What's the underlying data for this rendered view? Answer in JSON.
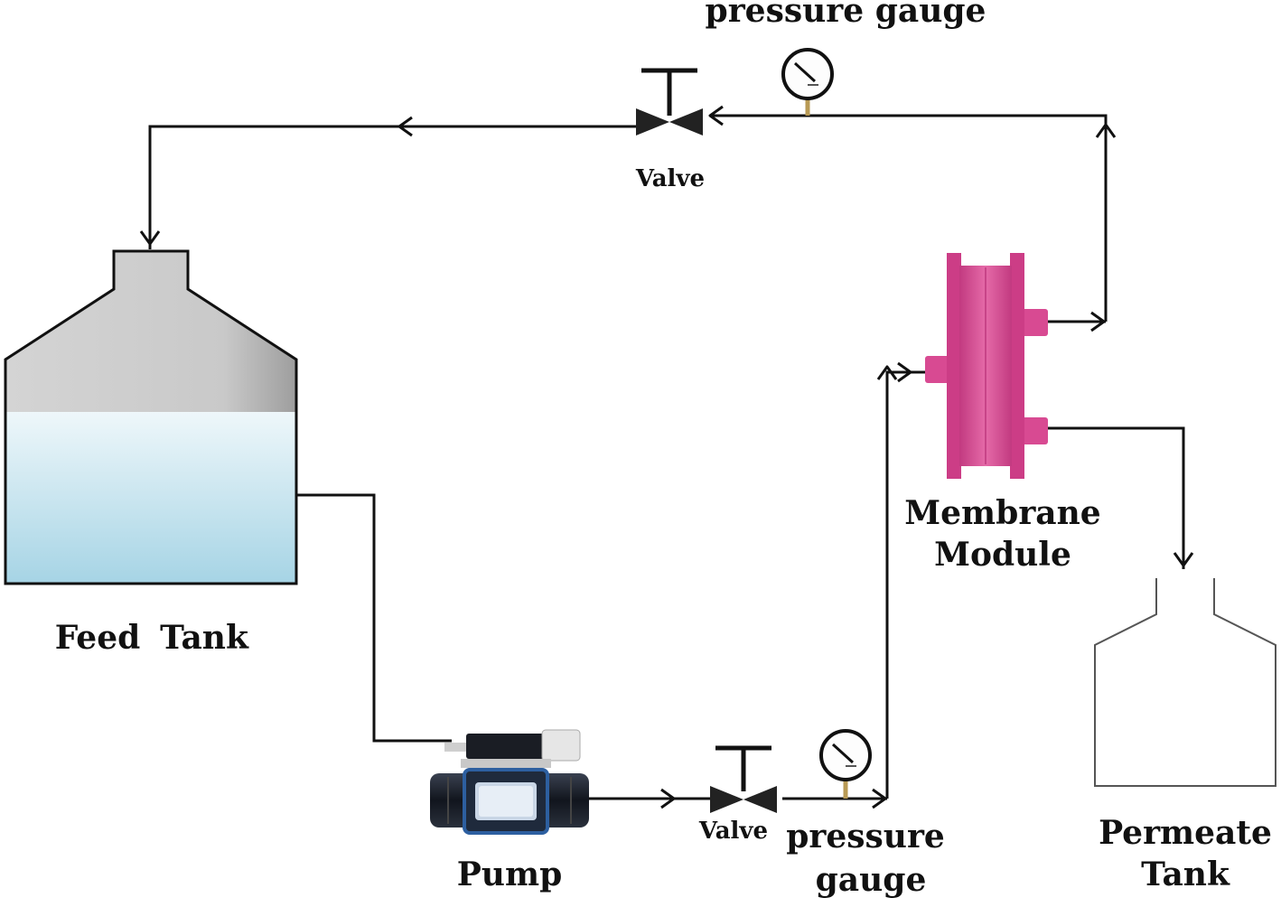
{
  "labels": {
    "pressure_gauge_top": "pressure gauge",
    "valve_top": "Valve",
    "membrane_line1": "Membrane",
    "membrane_line2": "Module",
    "feed_tank_word1": "Feed",
    "feed_tank_word2": "Tank",
    "pump": "Pump",
    "valve_bottom": "Valve",
    "pressure_gauge_bottom_line1": "pressure",
    "pressure_gauge_bottom_line2": "gauge",
    "permeate_line1": "Permeate",
    "permeate_line2": "Tank"
  },
  "colors": {
    "pipe": "#111111",
    "membrane": "#d6438f",
    "membrane_dark": "#b52c74",
    "tank_liquid_top": "#e8f4f8",
    "tank_liquid_bottom": "#a9d6e6",
    "tank_air": "#c8c8c8",
    "pump_body": "#1c2230",
    "pump_accent": "#2d5fa0"
  },
  "icons": [
    "valve-icon",
    "pressure-gauge-icon",
    "pump-icon",
    "membrane-module-icon",
    "feed-tank-icon",
    "permeate-tank-icon"
  ]
}
